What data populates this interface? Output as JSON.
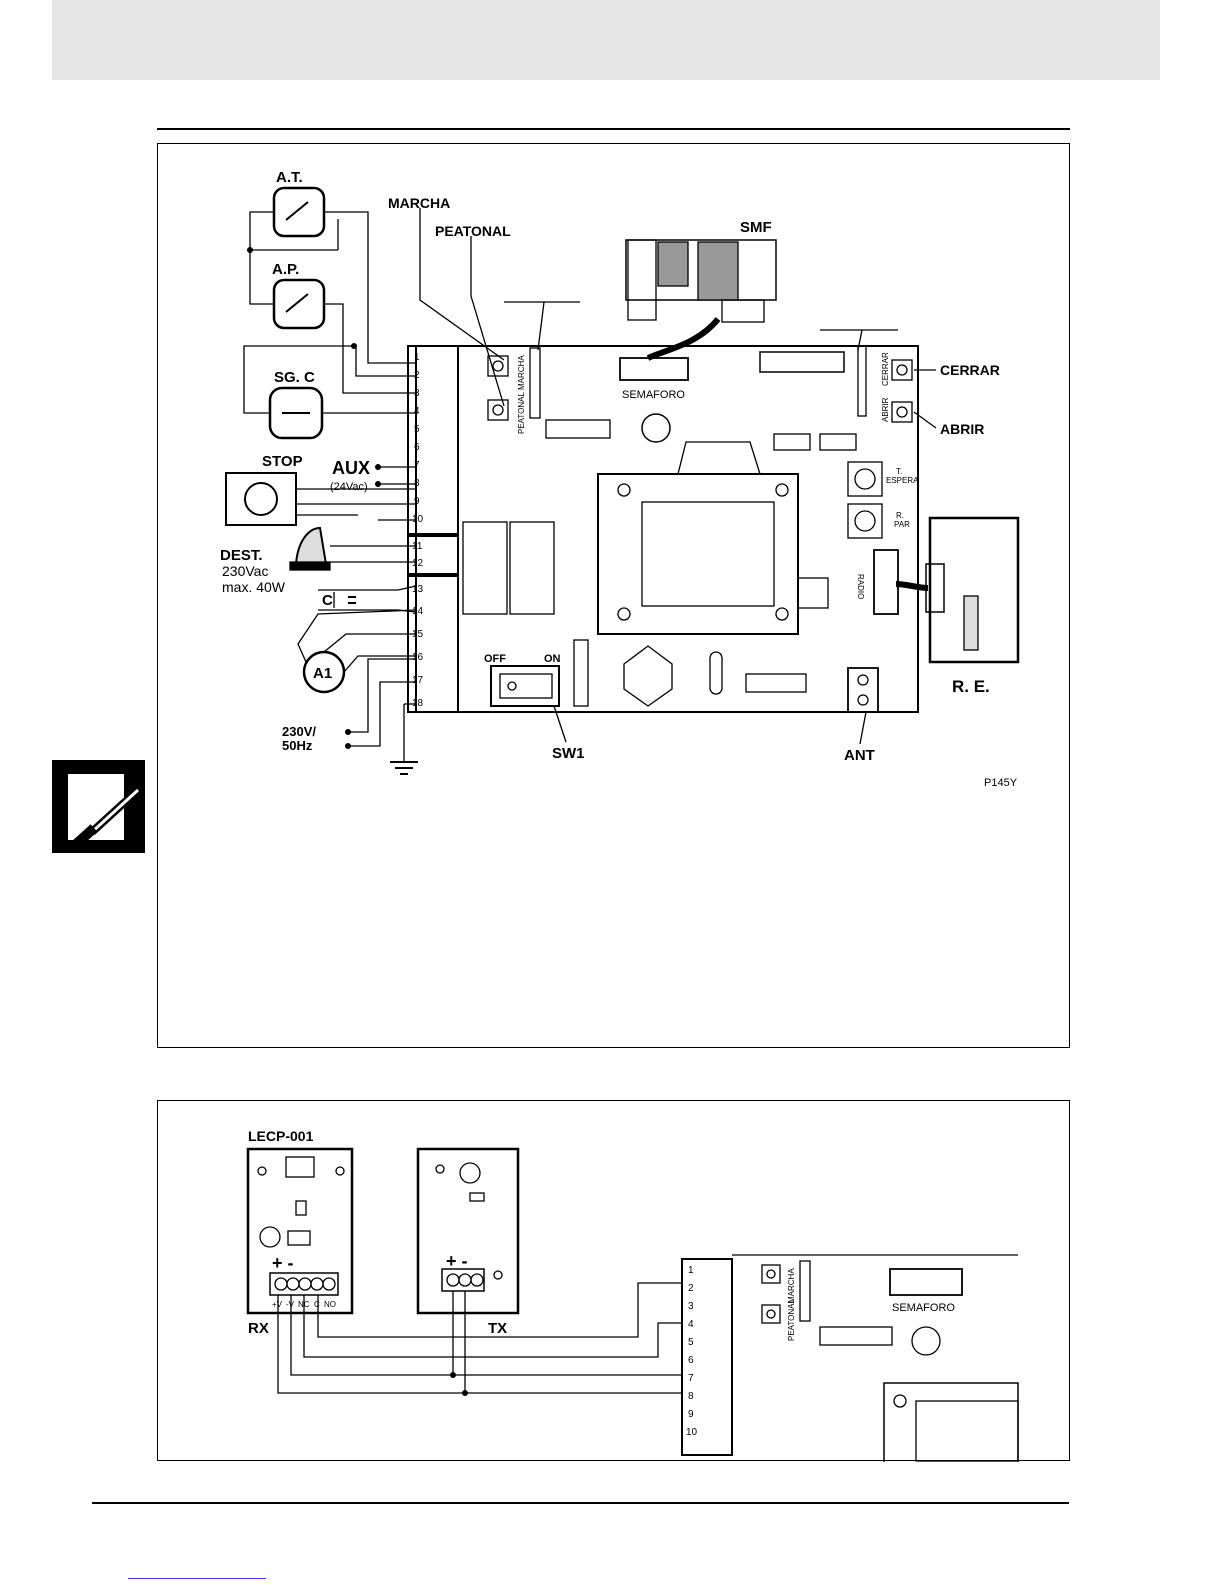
{
  "diagram1": {
    "labels": {
      "at": "A.T.",
      "ap": "A.P.",
      "sgc": "SG. C",
      "stop": "STOP",
      "aux": "AUX",
      "aux_sub": "(24Vac)",
      "dest": "DEST.",
      "dest_v": "230Vac",
      "dest_w": "max. 40W",
      "c": "C",
      "a1": "A1",
      "power_v": "230V/",
      "power_hz": "50Hz",
      "marcha": "MARCHA",
      "peatonal": "PEATONAL",
      "smf": "SMF",
      "cerrar": "CERRAR",
      "abrir": "ABRIR",
      "re": "R. E.",
      "sw1": "SW1",
      "ant": "ANT",
      "off": "OFF",
      "on": "ON",
      "code": "P145Y"
    },
    "board": {
      "semaforo": "SEMAFORO",
      "radio": "RADIO",
      "marcha": "MARCHA",
      "peatonal": "PEATONAL",
      "cerrar": "CERRAR",
      "abrir": "ABRIR",
      "t_espera_1": "T.",
      "t_espera_2": "ESPERA",
      "r_par_1": "R.",
      "r_par_2": "PAR"
    },
    "terminals": [
      "1",
      "2",
      "3",
      "4",
      "5",
      "6",
      "7",
      "8",
      "9",
      "10",
      "11",
      "12",
      "13",
      "14",
      "15",
      "16",
      "17",
      "18"
    ]
  },
  "diagram2": {
    "labels": {
      "lecp": "LECP-001",
      "rx": "RX",
      "tx": "TX",
      "plus_minus": "+ -",
      "semaforo": "SEMAFORO",
      "marcha": "MARCHA",
      "peatonal": "PEATONAL"
    },
    "rx_pins": [
      "+V",
      "-V",
      "NC",
      "C",
      "NO"
    ],
    "terminals": [
      "1",
      "2",
      "3",
      "4",
      "5",
      "6",
      "7",
      "8",
      "9",
      "10"
    ]
  }
}
